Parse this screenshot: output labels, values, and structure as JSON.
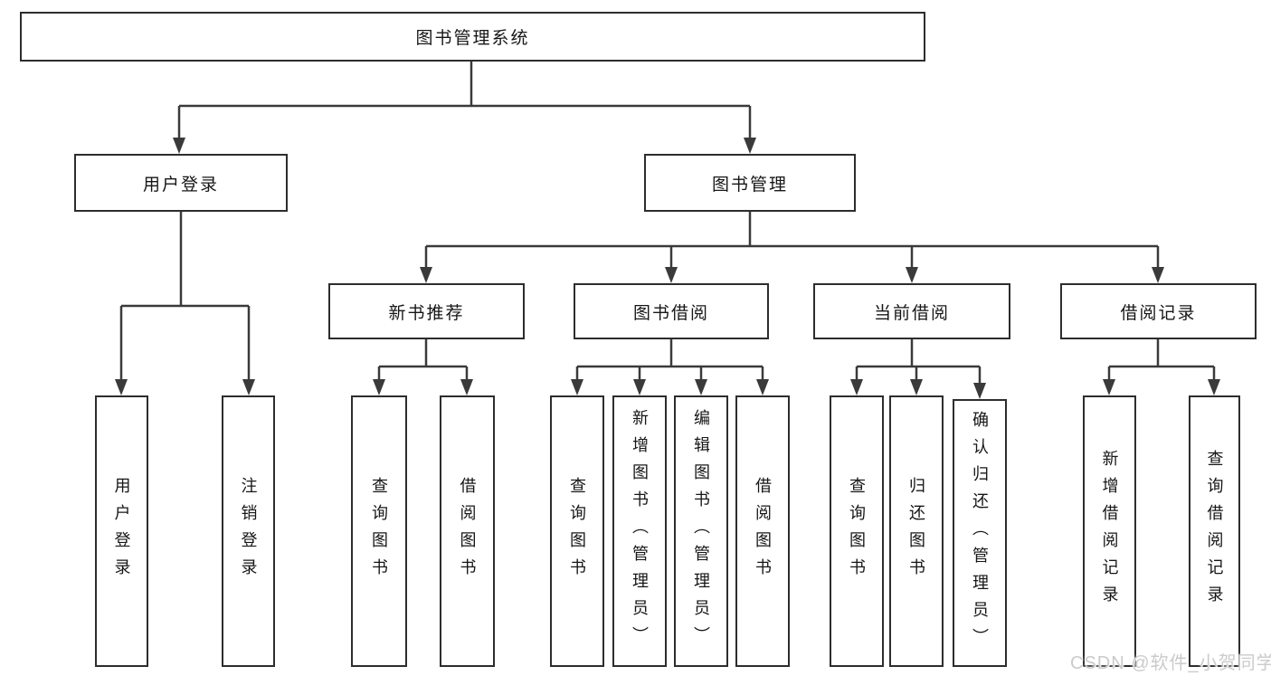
{
  "diagram_title": "图书管理系统",
  "tree": {
    "root": {
      "label": "图书管理系统",
      "children": [
        {
          "label": "用户登录",
          "children": [
            {
              "label": "用户登录"
            },
            {
              "label": "注销登录"
            }
          ]
        },
        {
          "label": "图书管理",
          "children": [
            {
              "label": "新书推荐",
              "children": [
                {
                  "label": "查询图书"
                },
                {
                  "label": "借阅图书"
                }
              ]
            },
            {
              "label": "图书借阅",
              "children": [
                {
                  "label": "查询图书"
                },
                {
                  "label": "新增图书（管理员）"
                },
                {
                  "label": "编辑图书（管理员）"
                },
                {
                  "label": "借阅图书"
                }
              ]
            },
            {
              "label": "当前借阅",
              "children": [
                {
                  "label": "查询图书"
                },
                {
                  "label": "归还图书"
                },
                {
                  "label": "确认归还（管理员）"
                }
              ]
            },
            {
              "label": "借阅记录",
              "children": [
                {
                  "label": "新增借阅记录"
                },
                {
                  "label": "查询借阅记录"
                }
              ]
            }
          ]
        }
      ]
    }
  },
  "watermark": {
    "text": "CSDN @软件_小贺同学"
  },
  "colors": {
    "line": "#3a3a3a",
    "box_border": "#2d2d2d",
    "text": "#161616",
    "background": "#ffffff",
    "watermark": "#cbcbcb"
  }
}
